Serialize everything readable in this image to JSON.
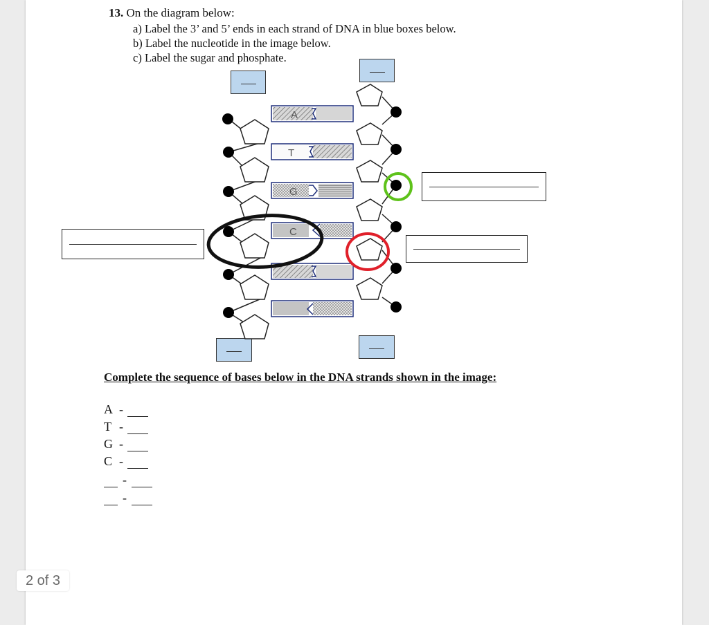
{
  "question": {
    "number": "13.",
    "intro": "On the diagram below:",
    "items": [
      "a) Label the 3’ and 5’ ends in each strand of DNA in blue boxes below.",
      "b) Label the nucleotide in the image below.",
      "c) Label the sugar and phosphate."
    ]
  },
  "diagram": {
    "base_labels": [
      "A",
      "T",
      "G",
      "C"
    ],
    "colors": {
      "blue_box": "#bcd6ee",
      "strand_blue": "#1f2f7a",
      "green_circle": "#5ec21a",
      "red_circle": "#e0202a",
      "black_loop": "#111111"
    }
  },
  "sequence": {
    "heading": "Complete the sequence of bases below in the DNA strands shown in the image:",
    "rows": [
      {
        "left": "A",
        "sep": "-"
      },
      {
        "left": "T",
        "sep": "-"
      },
      {
        "left": "G",
        "sep": "-"
      },
      {
        "left": "C",
        "sep": "-"
      },
      {
        "left": "",
        "sep": "-"
      },
      {
        "left": "",
        "sep": "-"
      }
    ]
  },
  "viewer": {
    "page_indicator": "2 of 3"
  }
}
